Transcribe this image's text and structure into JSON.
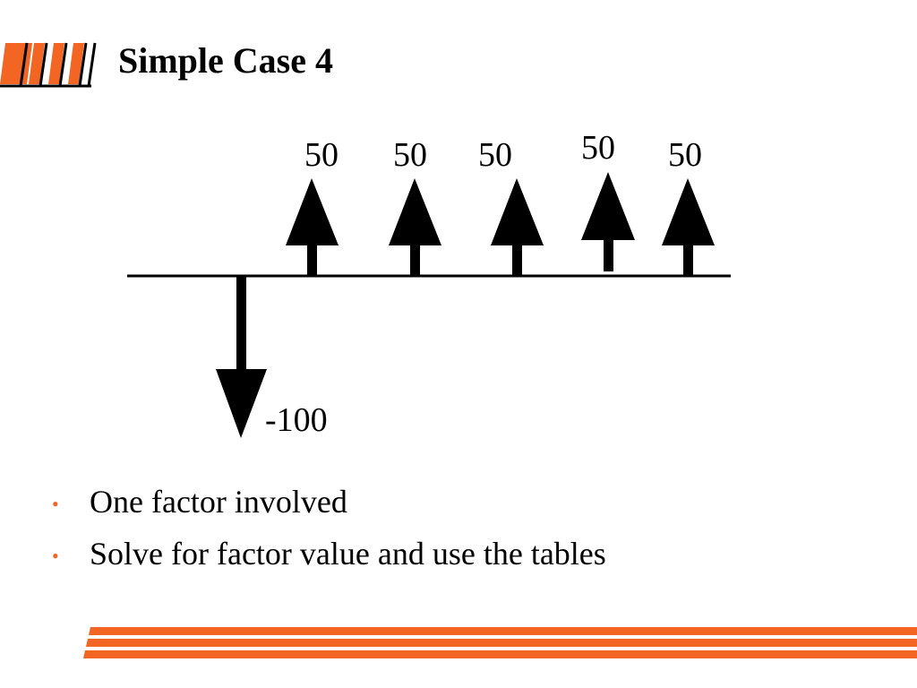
{
  "slide": {
    "title": "Simple Case 4",
    "accent_color": "#f26522",
    "logo_icon": "orange-slanted-bars-logo"
  },
  "cash_flow_diagram": {
    "inflows": [
      {
        "label": "50",
        "value": 50
      },
      {
        "label": "50",
        "value": 50
      },
      {
        "label": "50",
        "value": 50
      },
      {
        "label": "50",
        "value": 50
      },
      {
        "label": "50",
        "value": 50
      }
    ],
    "outflow": {
      "label": "-100",
      "value": -100
    },
    "arrow_color": "#000000"
  },
  "bullets": [
    {
      "text": "One factor involved"
    },
    {
      "text": "Solve for factor value and use the tables"
    }
  ]
}
